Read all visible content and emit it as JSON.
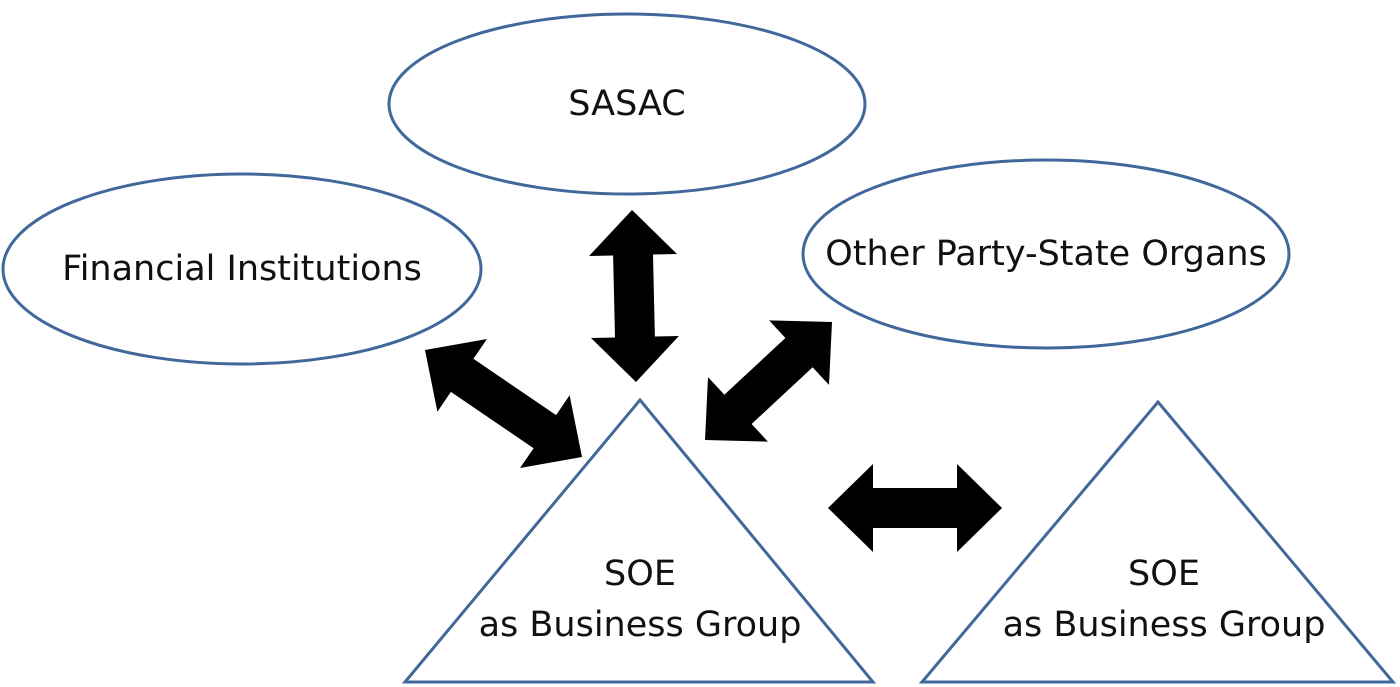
{
  "colors": {
    "node_stroke": "#41689b",
    "arrow_fill": "#000000"
  },
  "nodes": {
    "sasac": {
      "label": "SASAC"
    },
    "financial_institutions": {
      "label": "Financial Institutions"
    },
    "other_party_state_organs": {
      "label": "Other Party-State Organs"
    },
    "soe_main": {
      "line1": "SOE",
      "line2": "as Business Group"
    },
    "soe_peer": {
      "line1": "SOE",
      "line2": "as Business Group"
    }
  }
}
